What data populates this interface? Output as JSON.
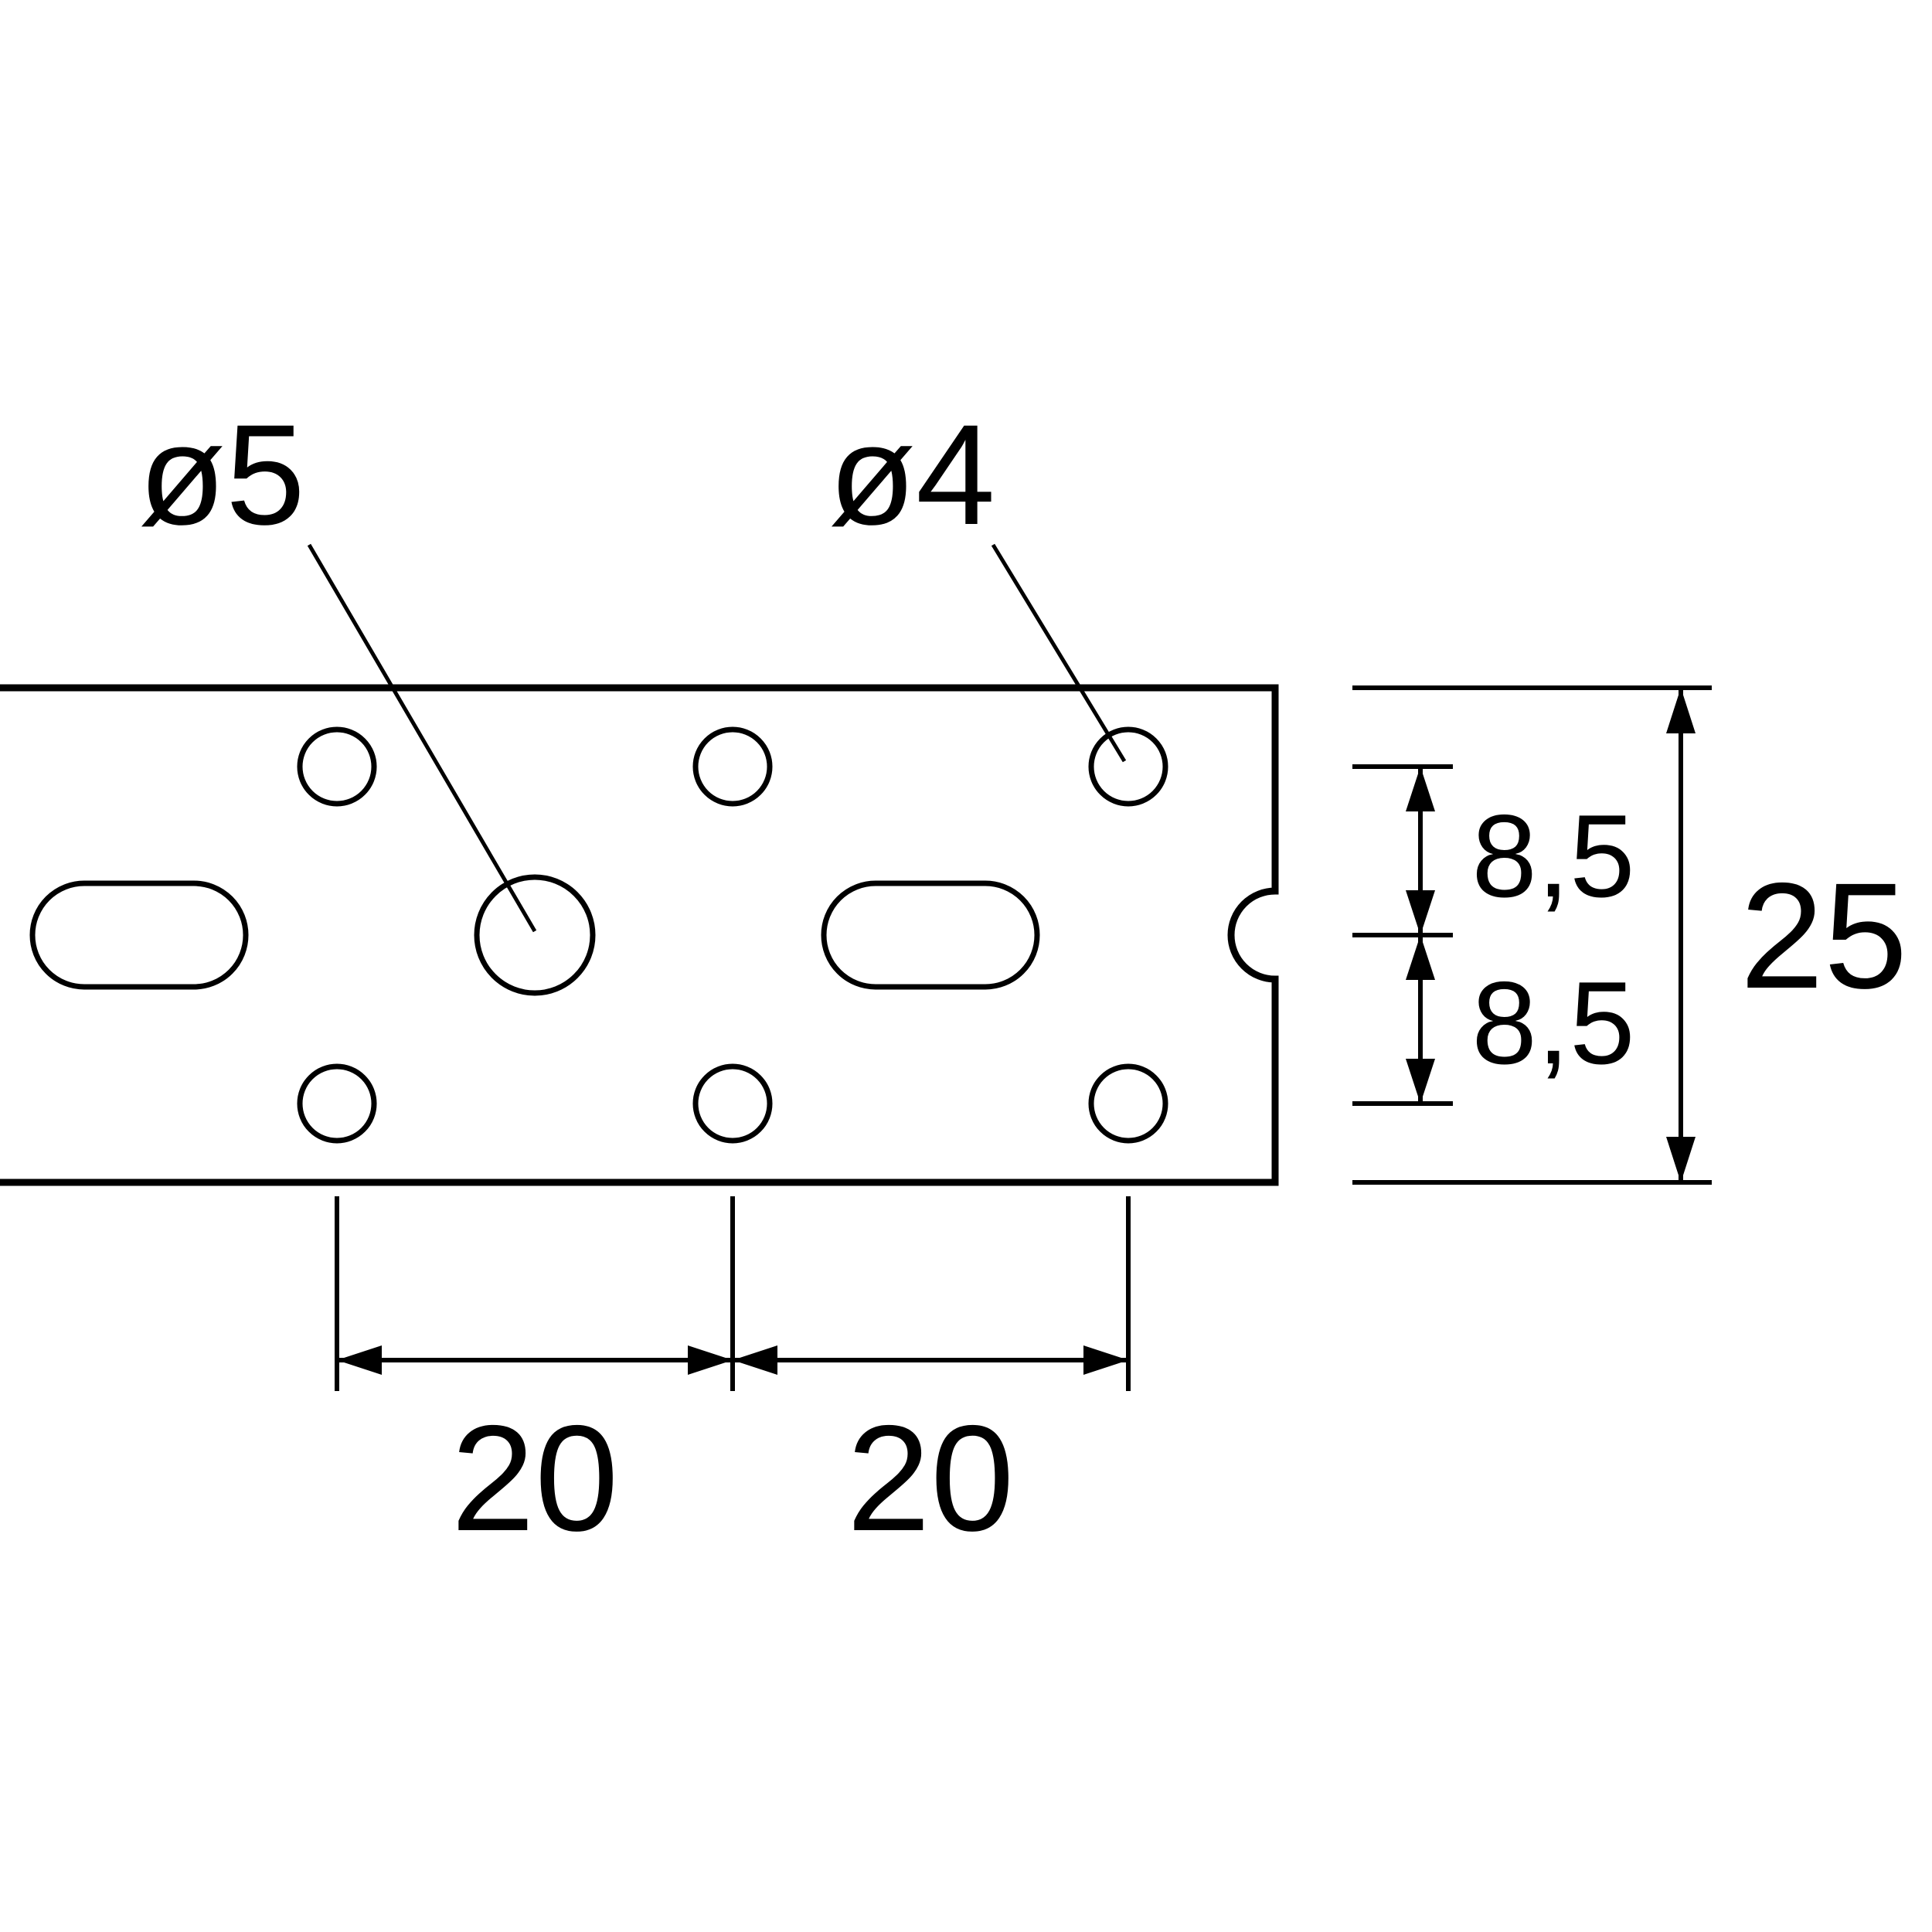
{
  "drawing": {
    "type": "technical-dimension-drawing",
    "subject": "perforated flat mounting strip, section view with hole pattern",
    "labels": {
      "large_hole_diameter": "ø5",
      "small_hole_diameter": "ø4",
      "offset_top": "8,5",
      "offset_bottom": "8,5",
      "total_width": "25",
      "spacing_left": "20",
      "spacing_right": "20"
    },
    "values_mm": {
      "strip_width": "25",
      "hole_row_offset": "8,5",
      "hole_column_spacing": "20",
      "small_hole_diameter": "4",
      "large_hole_diameter": "5"
    },
    "colors": {
      "line": "#000000",
      "background": "#ffffff"
    }
  }
}
